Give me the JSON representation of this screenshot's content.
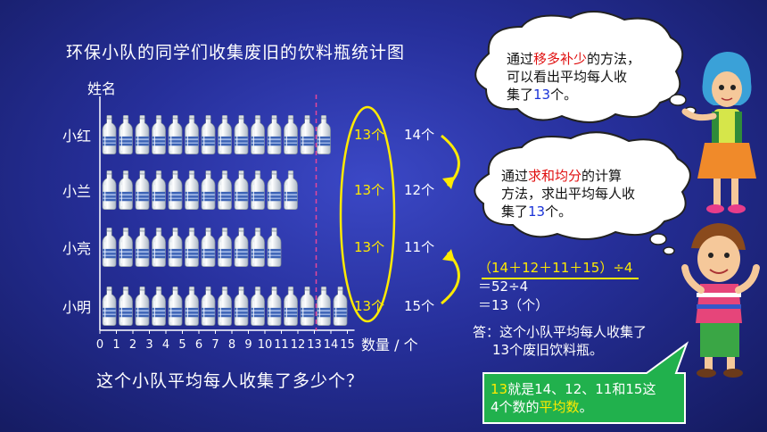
{
  "colors": {
    "bg": "#262f9a",
    "accent": "#ffea00",
    "highlight_red": "#e01010",
    "note_bg": "#21b14d",
    "mean_line": "#e4479a"
  },
  "title": "环保小队的同学们收集废旧的饮料瓶统计图",
  "y_axis_label": "姓名",
  "x_axis_label": "数量 / 个",
  "question": "这个小队平均每人收集了多少个？",
  "chart_data": {
    "type": "bar",
    "title": "环保小队的同学们收集废旧的饮料瓶统计图",
    "xlabel": "数量 / 个",
    "ylabel": "姓名",
    "categories": [
      "小红",
      "小兰",
      "小亮",
      "小明"
    ],
    "values": [
      14,
      12,
      11,
      15
    ],
    "value_labels": [
      "14个",
      "12个",
      "11个",
      "15个"
    ],
    "leveled_labels": [
      "13个",
      "13个",
      "13个",
      "13个"
    ],
    "mean": 13,
    "xticks": [
      "0",
      "1",
      "2",
      "3",
      "4",
      "5",
      "6",
      "7",
      "8",
      "9",
      "10",
      "11",
      "12",
      "13",
      "14",
      "15"
    ],
    "xlim": [
      0,
      15
    ],
    "orientation": "horizontal",
    "marker": "bottle-icon"
  },
  "cloud1": {
    "p1": "通过",
    "h1": "移多补少",
    "p2": "的方法，",
    "line2": "可以看出平均每人收",
    "l3a": "集了",
    "l3b": "13",
    "l3c": "个。"
  },
  "cloud2": {
    "p1": "通过",
    "h1": "求和均分",
    "p2": "的计算",
    "line2": "方法，求出平均每人收",
    "l3a": "集了",
    "l3b": "13",
    "l3c": "个。"
  },
  "calc": {
    "line1": "（14＋12＋11＋15）÷4",
    "line2": "＝52÷4",
    "line3": "＝13（个）"
  },
  "answer": {
    "line1": "答：这个小队平均每人收集了",
    "line2": "13个废旧饮料瓶。"
  },
  "note": {
    "n1": "13",
    "n2": "就是14、12、11和15这",
    "n3": "4个数的",
    "n4": "平均数",
    "n5": "。"
  }
}
